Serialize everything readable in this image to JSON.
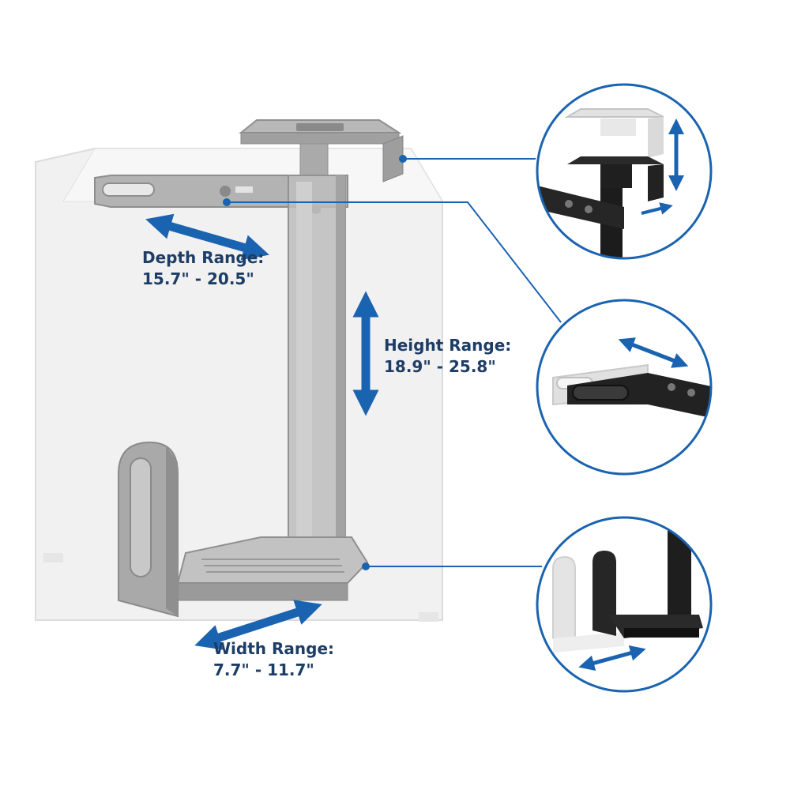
{
  "colors": {
    "accent": "#1a63b0",
    "label_text": "#1d3d66",
    "mount_metal": "#a6a6a6",
    "detail_black": "#1c1c1c",
    "pc_case": "#f1f1f1"
  },
  "labels": {
    "depth": {
      "title": "Depth Range:",
      "value": "15.7\" - 20.5\""
    },
    "height": {
      "title": "Height Range:",
      "value": "18.9\" - 25.8\""
    },
    "width": {
      "title": "Width Range:",
      "value": "7.7\" - 11.7\""
    }
  },
  "callouts": [
    {
      "name": "height-adjust-detail",
      "arrow": "vertical-double-arrow-icon"
    },
    {
      "name": "depth-adjust-detail",
      "arrow": "diagonal-double-arrow-icon"
    },
    {
      "name": "width-adjust-detail",
      "arrow": "horizontal-double-arrow-icon"
    }
  ]
}
